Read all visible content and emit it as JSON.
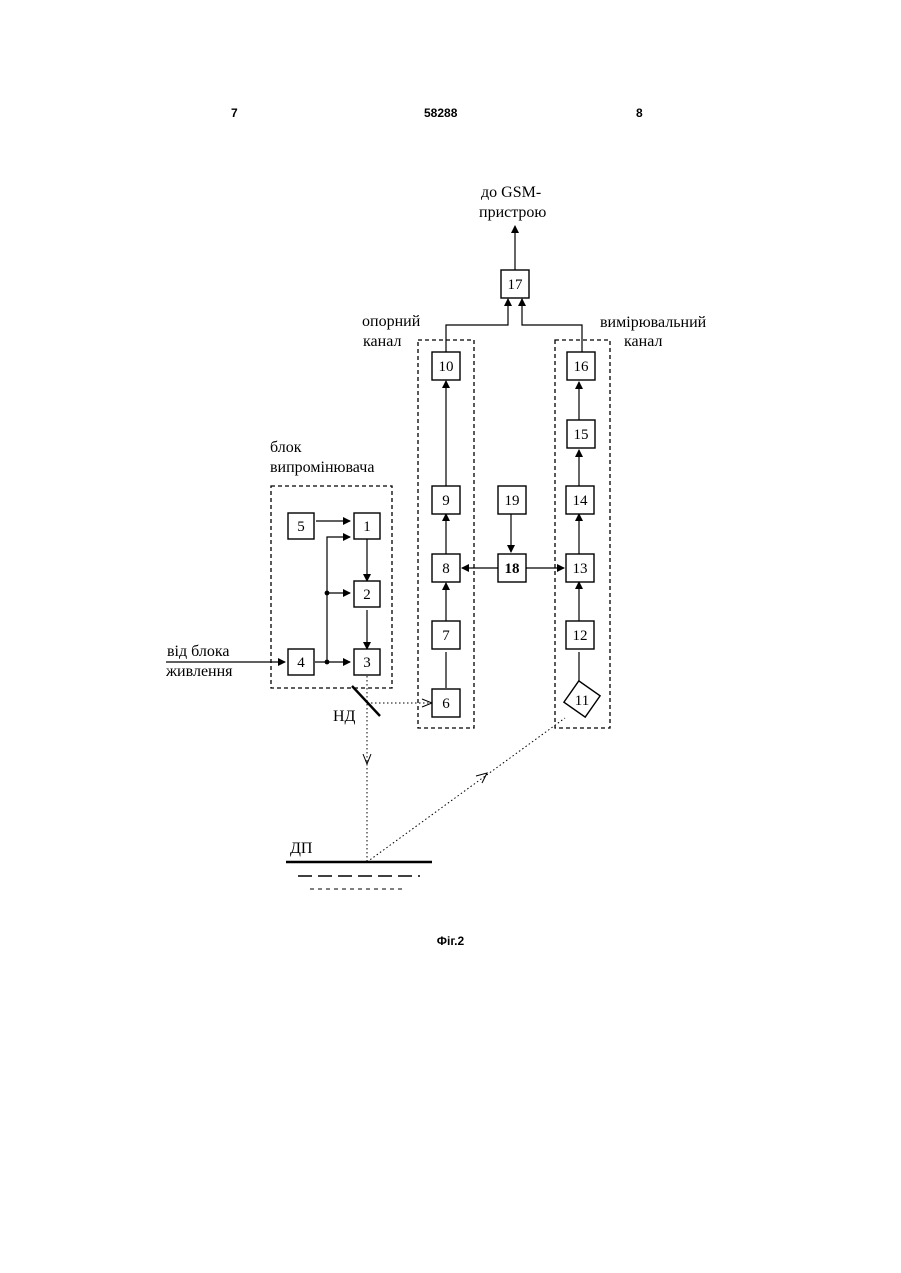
{
  "header": {
    "page_left": "7",
    "patent_number": "58288",
    "page_right": "8"
  },
  "labels": {
    "gsm_line1": "до GSM-",
    "gsm_line2": "пристрою",
    "ref_line1": "опорний",
    "ref_line2": "канал",
    "meas_line1": "вимірювальний",
    "meas_line2": "канал",
    "emitter_line1": "блок",
    "emitter_line2": "випромінювача",
    "power_line1": "від блока",
    "power_line2": "живлення",
    "splitter": "НД",
    "surface": "ДП"
  },
  "blocks": [
    "1",
    "2",
    "3",
    "4",
    "5",
    "6",
    "7",
    "8",
    "9",
    "10",
    "11",
    "12",
    "13",
    "14",
    "15",
    "16",
    "17",
    "18",
    "19"
  ],
  "caption": "Фіг.2"
}
